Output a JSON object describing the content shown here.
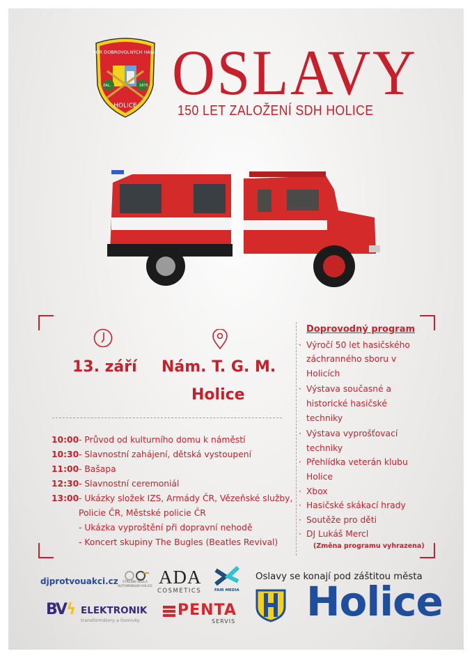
{
  "header": {
    "title": "OSLAVY",
    "subtitle": "150 LET ZALOŽENÍ SDH HOLICE",
    "emblem": {
      "top_text": "SBOR DOBROVOLNÝCH HASIČŮ",
      "left_text": "ZAL.",
      "right_text": "1875",
      "bottom_text": "HOLICE"
    }
  },
  "event": {
    "date": "13. září",
    "place_line1": "Nám. T. G. M.",
    "place_line2": "Holice",
    "date_icon": "clock-icon",
    "place_icon": "map-pin-icon"
  },
  "schedule": [
    {
      "time": "10:00",
      "text": "- Průvod od kulturního domu k náměstí"
    },
    {
      "time": "10:30",
      "text": "- Slavnostní zahájení, dětská vystoupení"
    },
    {
      "time": "11:00",
      "text": "- Bašapa"
    },
    {
      "time": "12:30",
      "text": "- Slavnostní ceremoniál"
    },
    {
      "time": "13:00",
      "text": "- Ukázky složek IZS, Armády ČR, Vězeňské služby,"
    },
    {
      "time": "",
      "text": "Policie ČR, Městské policie ČR"
    },
    {
      "time": "",
      "text": "- Ukázka vyproštění při dopravní nehodě"
    },
    {
      "time": "",
      "text": "- Koncert skupiny The Bugles (Beatles Revival)"
    }
  ],
  "program": {
    "heading": "Doprovodný program",
    "items": [
      "Výročí 50 let hasičského záchranného sboru v Holicích",
      "Výstava současné a historické hasičské techniky",
      "Výstava vyprošťovací techniky",
      "Přehlídka veterán klubu Holice",
      "Xbox",
      "Hasičské skákací hrady",
      "Soutěže pro děti",
      "DJ Lukáš Mercl"
    ],
    "note": "(Změna programu vyhrazena)"
  },
  "sponsors": {
    "djprotvouakci": "djprotvouakci.cz",
    "school": "STŘEDNÍ ŠKOLA AUTOMOBILNÍ HOLICE",
    "ada": "ADA",
    "ada_sub": "COSMETICS",
    "fair": "FAIR MEDIA",
    "bv": "BV",
    "elektronik": "ELEKTRONIK",
    "elektronik_sub": "transformátory a tlumivky",
    "penta": "PENTA",
    "penta_sub": "SERVIS"
  },
  "patronage": {
    "text": "Oslavy se konají pod záštitou města",
    "city": "Holice",
    "shield_letter": "H"
  },
  "colors": {
    "accent": "#c8202a",
    "city_blue": "#1f4e9c",
    "city_yellow": "#f5d21a"
  }
}
